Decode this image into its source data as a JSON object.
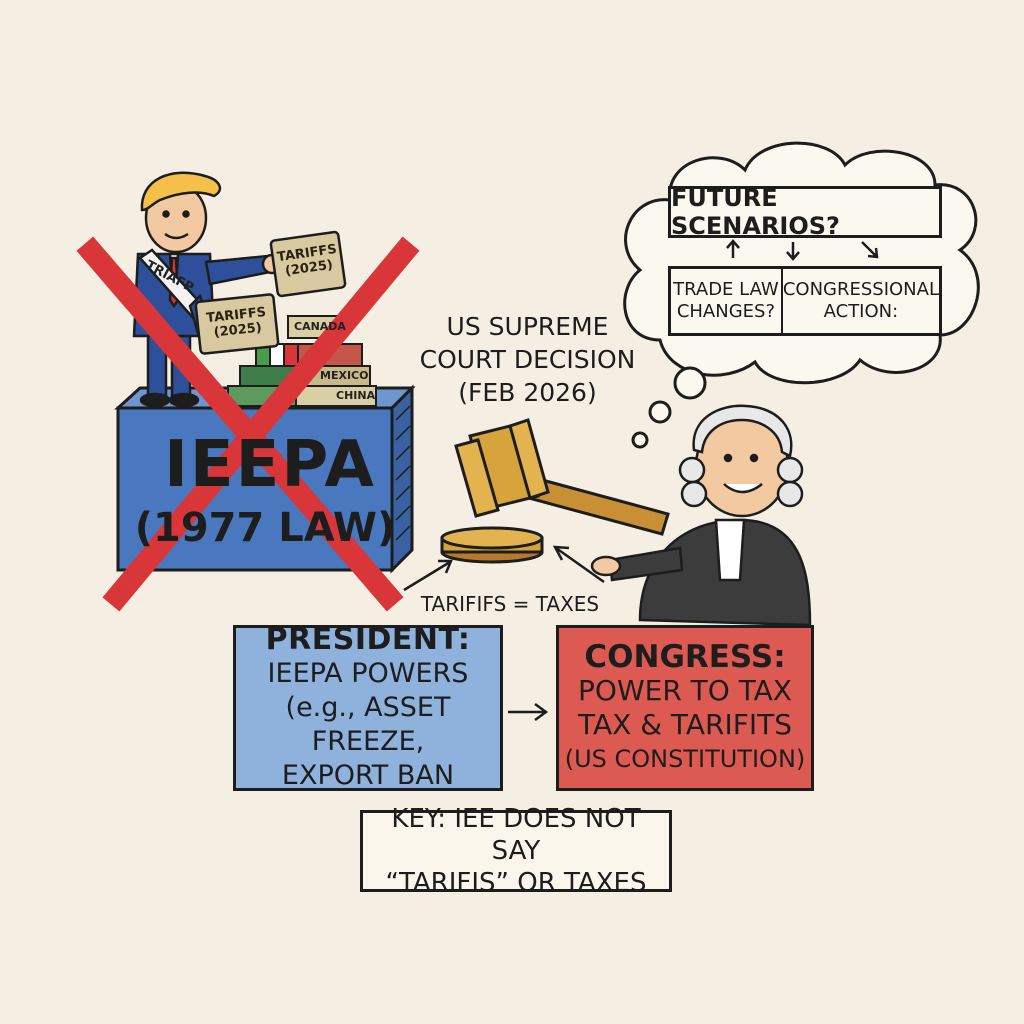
{
  "court": {
    "line1": "US SUPREME",
    "line2": "COURT DECISION",
    "line3": "(FEB 2026)"
  },
  "ieepa_block": {
    "title": "IEEPA",
    "subtitle": "(1977 LAW)"
  },
  "president_figure": {
    "sash": "TRIAFP",
    "stamp_top": [
      "TARIFFS",
      "(2025)"
    ],
    "stamp_bottom": [
      "TARIFFS",
      "(2025)"
    ],
    "crates": [
      "CANADA",
      "MEXICO",
      "CHINA"
    ]
  },
  "arrow_label": "TARIFIFS = TAXES",
  "president_box": {
    "heading": "PRESIDENT:",
    "line1": "IEEPA POWERS",
    "line2": "(e.g., ASSET FREEZE,",
    "line3": "EXPORT BAN"
  },
  "congress_box": {
    "heading": "CONGRESS:",
    "line1": "POWER TO TAX",
    "line2": "TAX & TARIFITS",
    "line3": "(US CONSTITUTION)"
  },
  "key_box": {
    "line1": "KEY: IEE DOES NOT SAY",
    "line2": "“TARIFIS” OR TAXES"
  },
  "thought_cloud": {
    "title": "FUTURE SCENARIOS?",
    "left": [
      "TRADE LAW",
      "CHANGES?"
    ],
    "right": [
      "CONGRESSIONAL",
      "ACTION:"
    ]
  },
  "colors": {
    "background": "#f4efe2",
    "president_blue": "#8fb2dc",
    "congress_red": "#dd5a52",
    "ieepa_block_blue": "#4a78bf",
    "cross_red": "#d9363a",
    "gavel_gold": "#d6a33c"
  }
}
